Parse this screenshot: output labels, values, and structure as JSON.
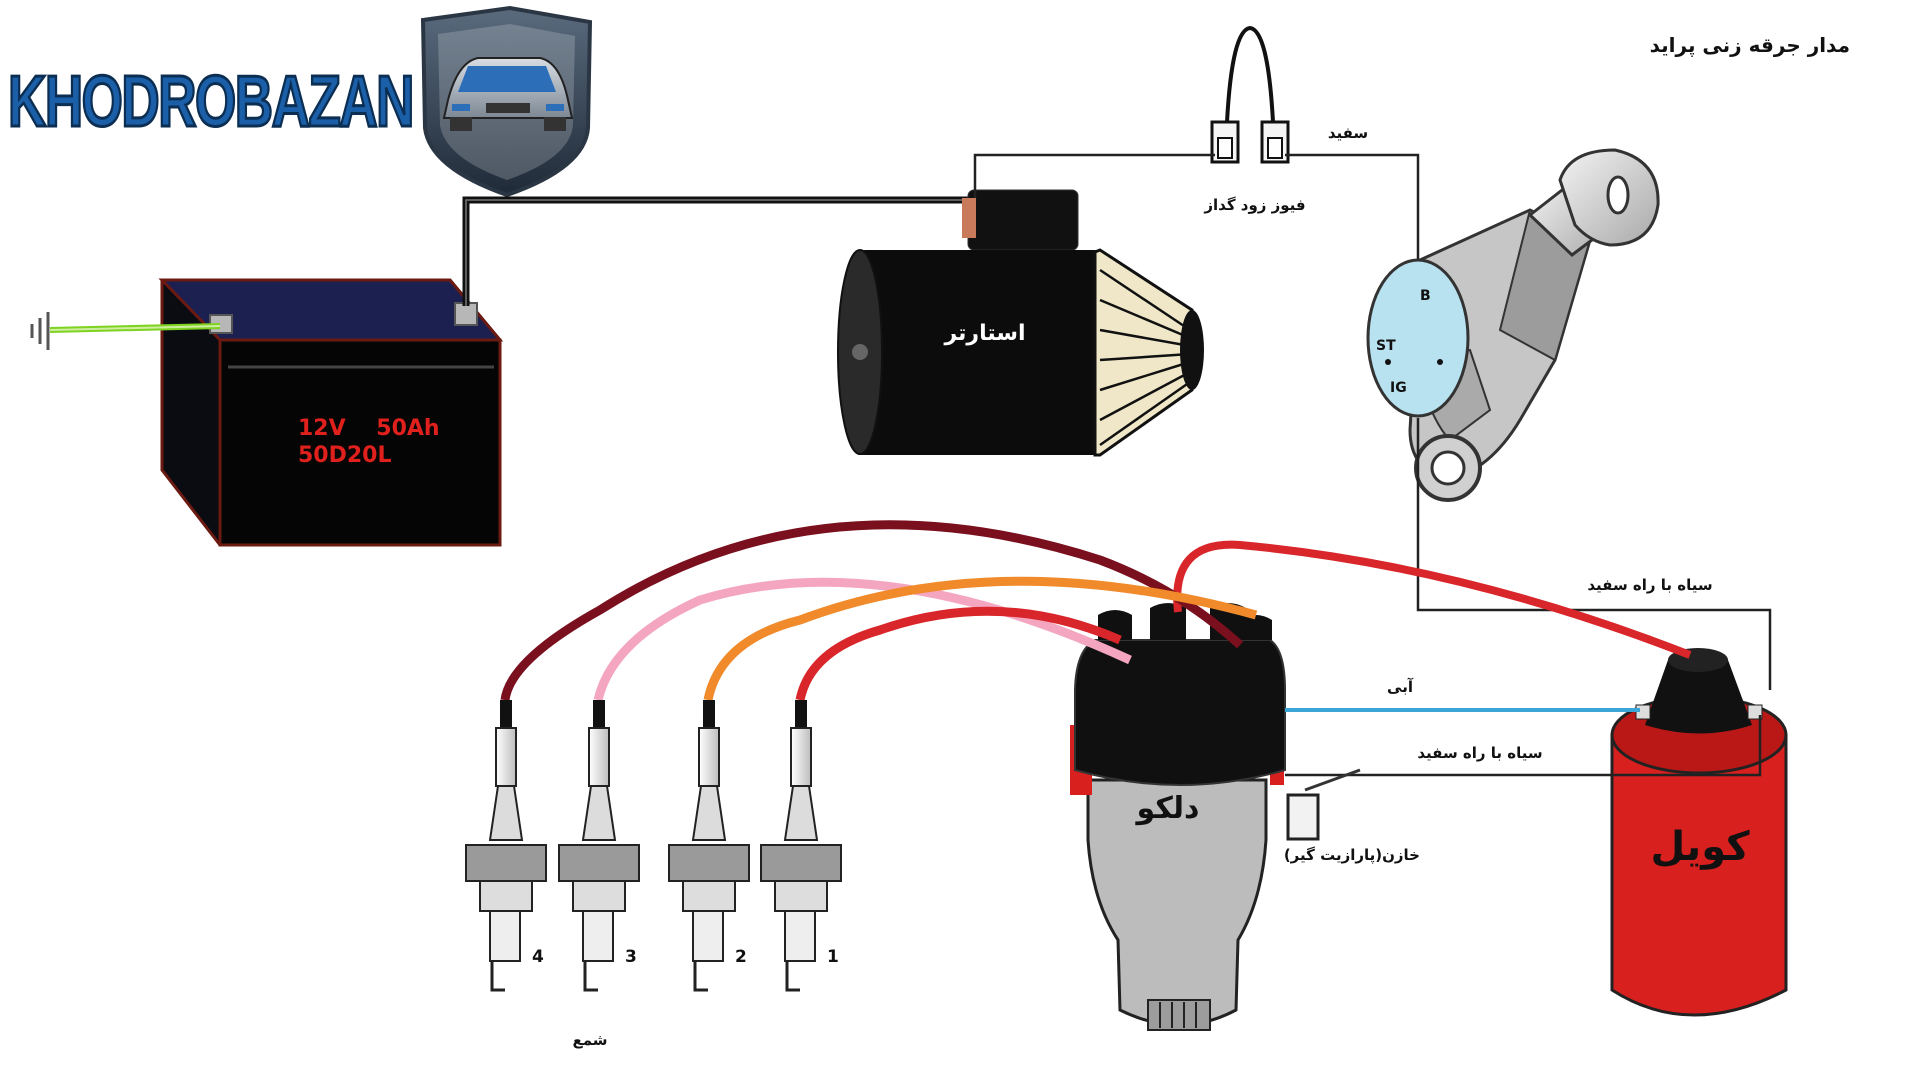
{
  "title": "مدار جرقه زنی پراید",
  "logo": {
    "text": "KHODROBAZAN"
  },
  "battery": {
    "line1": "12V    50Ah",
    "line2": "50D20L"
  },
  "starter": {
    "label": "استارتر"
  },
  "fuse": {
    "label": "فیوز زود گداز"
  },
  "ignition_switch": {
    "terminal_b": "B",
    "terminal_st": "ST",
    "terminal_ig": "IG"
  },
  "wires": {
    "white": "سفید",
    "black_white_stripe_top": "سیاه با راه سفید",
    "black_white_stripe_mid": "سیاه با راه سفید",
    "blue": "آبی"
  },
  "distributor": {
    "label": "دلکو"
  },
  "capacitor": {
    "label": "خازن(پارازیت گیر)"
  },
  "coil": {
    "label": "کویل"
  },
  "spark_plugs": {
    "label": "شمع",
    "numbers": [
      "4",
      "3",
      "2",
      "1"
    ]
  },
  "colors": {
    "wire_dark_red": "#7a0f1e",
    "wire_pink": "#f4a6c0",
    "wire_orange": "#f08a2a",
    "wire_red": "#d9262a",
    "wire_blue": "#3aa6d8",
    "ground_green": "#7ed321",
    "coil_red": "#d8201f",
    "battery_text": "#e0201c"
  }
}
